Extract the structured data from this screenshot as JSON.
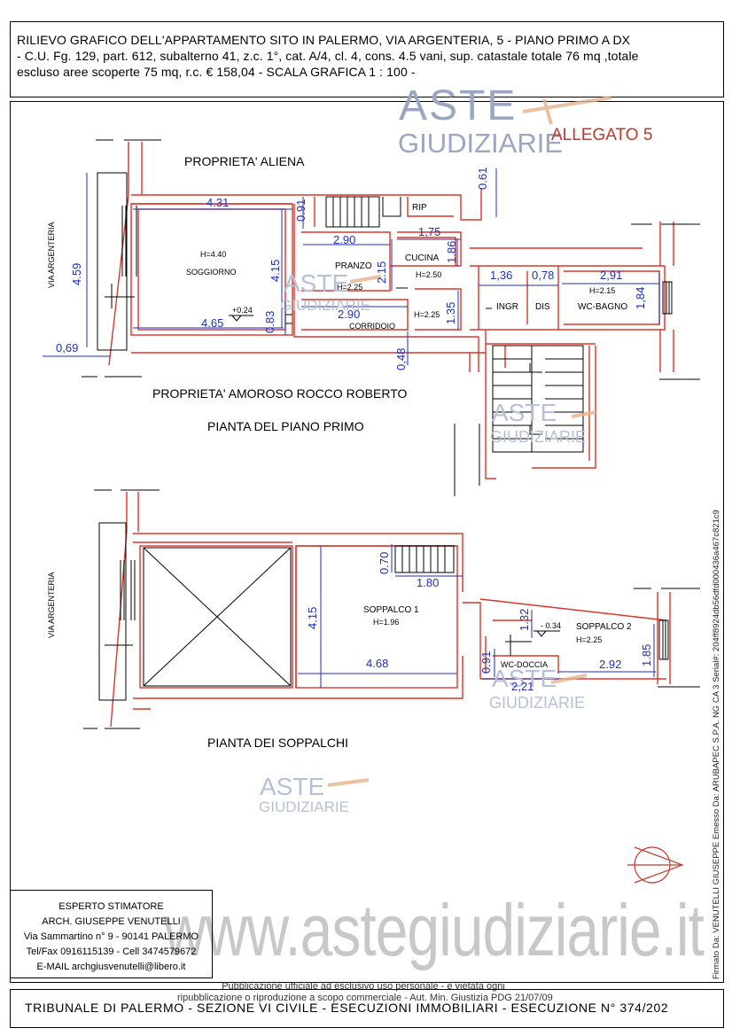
{
  "header": {
    "line1": "RILIEVO   GRAFICO    DELL'APPARTAMENTO  SITO   IN  PALERMO, VIA ARGENTERIA, 5  - PIANO PRIMO A DX",
    "line2": "- C.U. Fg. 129, part. 612, subalterno 41, z.c. 1°, cat. A/4, cl. 4, cons. 4.5 vani, sup.  catastale totale 76 mq ,totale",
    "line3": "escluso aree scoperte 75 mq,  r.c.  € 158,04 - SCALA  GRAFICA 1 : 100  -"
  },
  "attachment_label": "ALLEGATO 5",
  "watermark": {
    "brand_top": "ASTE",
    "brand_bottom": "GIUDIZIARIE",
    "site": "www.astegiudiziarie.it"
  },
  "colors": {
    "wall": "#d9362b",
    "dimension": "#1f2fb8",
    "watermark": "#9aa6c4",
    "gavel": "#e4b28c"
  },
  "plan_first_floor": {
    "title": "PIANTA DEL PIANO PRIMO",
    "street": "VIA ARGENTERIA",
    "neighbor_top": "PROPRIETA'  ALIENA",
    "neighbor_bottom": "PROPRIETA'  AMOROSO ROCCO ROBERTO",
    "rooms": {
      "soggiorno": "SOGGIORNO",
      "soggiorno_h": "H=4.40",
      "pranzo": "PRANZO",
      "pranzo_h": "H=2.25",
      "cucina": "CUCINA",
      "cucina_h": "H=2.50",
      "rip": "RIP",
      "corridoio": "CORRIDOIO",
      "corridoio_h": "H=2.25",
      "ingr": "INGR",
      "dis": "DIS",
      "wc_bagno": "WC-BAGNO",
      "wc_bagno_h": "H=2.15"
    },
    "level_mark": "+0.24",
    "dims": {
      "d431": "4.31",
      "d091": "0.91",
      "d290a": "2.90",
      "d175": "1,75",
      "d186": "1.86",
      "d415": "4.15",
      "d215": "2.15",
      "d459": "4.59",
      "d083": "0.83",
      "d465": "4.65",
      "d290b": "2.90",
      "d135": "1.35",
      "d069": "0,69",
      "d048": "0,48",
      "d061": "0.61",
      "d136": "1,36",
      "d078": "0,78",
      "d291": "2,91",
      "d184": "1,84"
    }
  },
  "plan_mezzanine": {
    "title": "PIANTA DEI  SOPPALCHI",
    "street": "VIA ARGENTERIA",
    "rooms": {
      "soppalco1": "SOPPALCO 1",
      "soppalco1_h": "H=1.96",
      "soppalco2": "SOPPALCO 2",
      "soppalco2_h": "H=2.25",
      "wc_doccia": "WC-DOCCIA"
    },
    "level_mark": "- 0.34",
    "dims": {
      "d070": "0.70",
      "d180": "1.80",
      "d415": "4.15",
      "d468": "4.68",
      "d132": "1.32",
      "d185": "1.85",
      "d091": "0.91",
      "d292": "2.92",
      "d221": "2,21"
    }
  },
  "stamp": {
    "role": "ESPERTO STIMATORE",
    "name": "ARCH. GIUSEPPE VENUTELLI",
    "address": "Via Sammartino n° 9 - 90141 PALERMO",
    "phone": "Tel/Fax 0916115139 - Cell 3474579672",
    "email": "E-MAIL   archgiusvenutelli@libero.it"
  },
  "notice": {
    "line1": "Pubblicazione ufficiale ad esclusivo uso personale - è vietata ogni",
    "line2": "ripubblicazione o riproduzione a scopo commerciale - Aut. Min. Giustizia PDG 21/07/09"
  },
  "footer": "TRIBUNALE DI PALERMO - SEZIONE VI CIVILE - ESECUZIONI IMMOBILIARI - ESECUZIONE N° 374/202",
  "signature_side": "Firmato Da: VENUTELLI GIUSEPPE Emesso Da: ARUBAPEC S.P.A. NG CA 3 Serial#: 204ff8924db56dfd000436a467c821c9"
}
